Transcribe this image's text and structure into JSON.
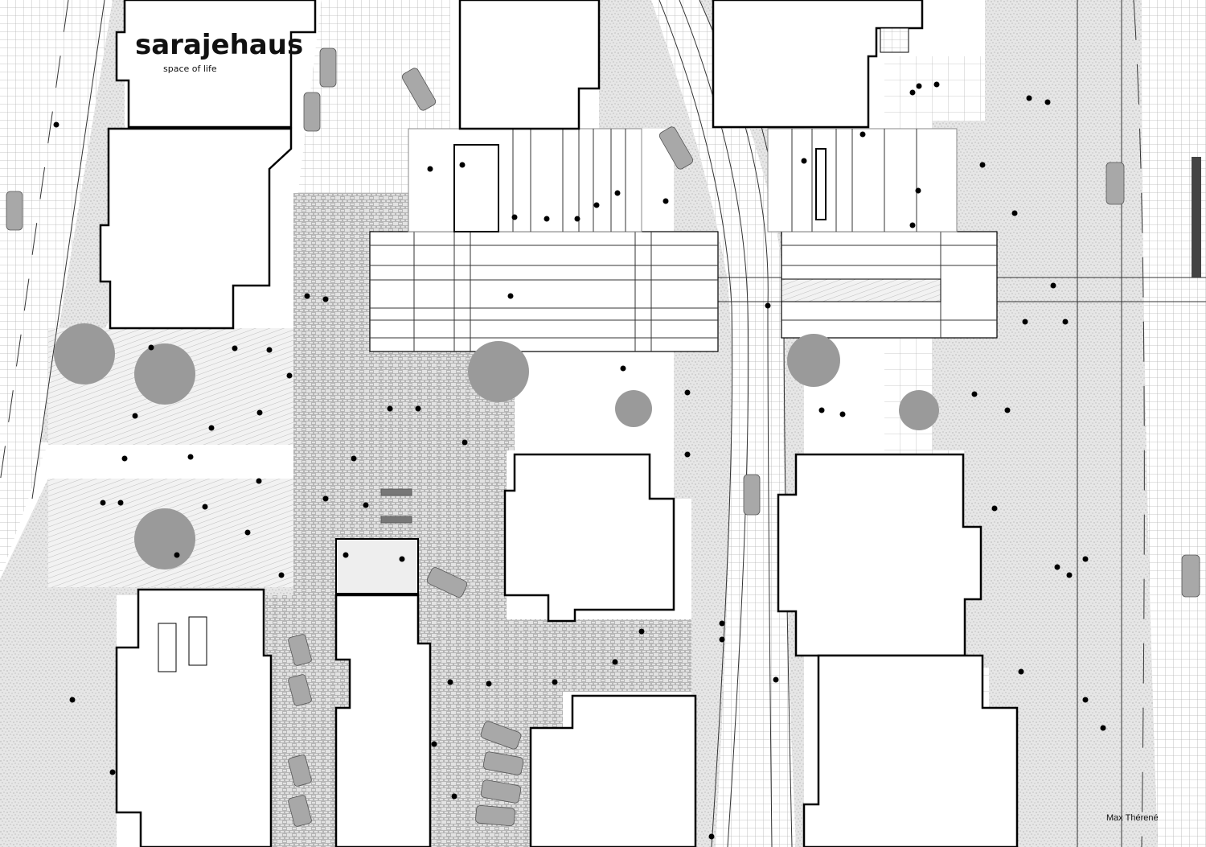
{
  "logo": {
    "name": "sarajehaus",
    "tagline": "space of life"
  },
  "credit": {
    "author": "Max Thérené"
  },
  "colors": {
    "tree": "#9a9a9a",
    "car": "#a8a8a8",
    "outline": "#000000",
    "paving": "#d8d8d8"
  }
}
